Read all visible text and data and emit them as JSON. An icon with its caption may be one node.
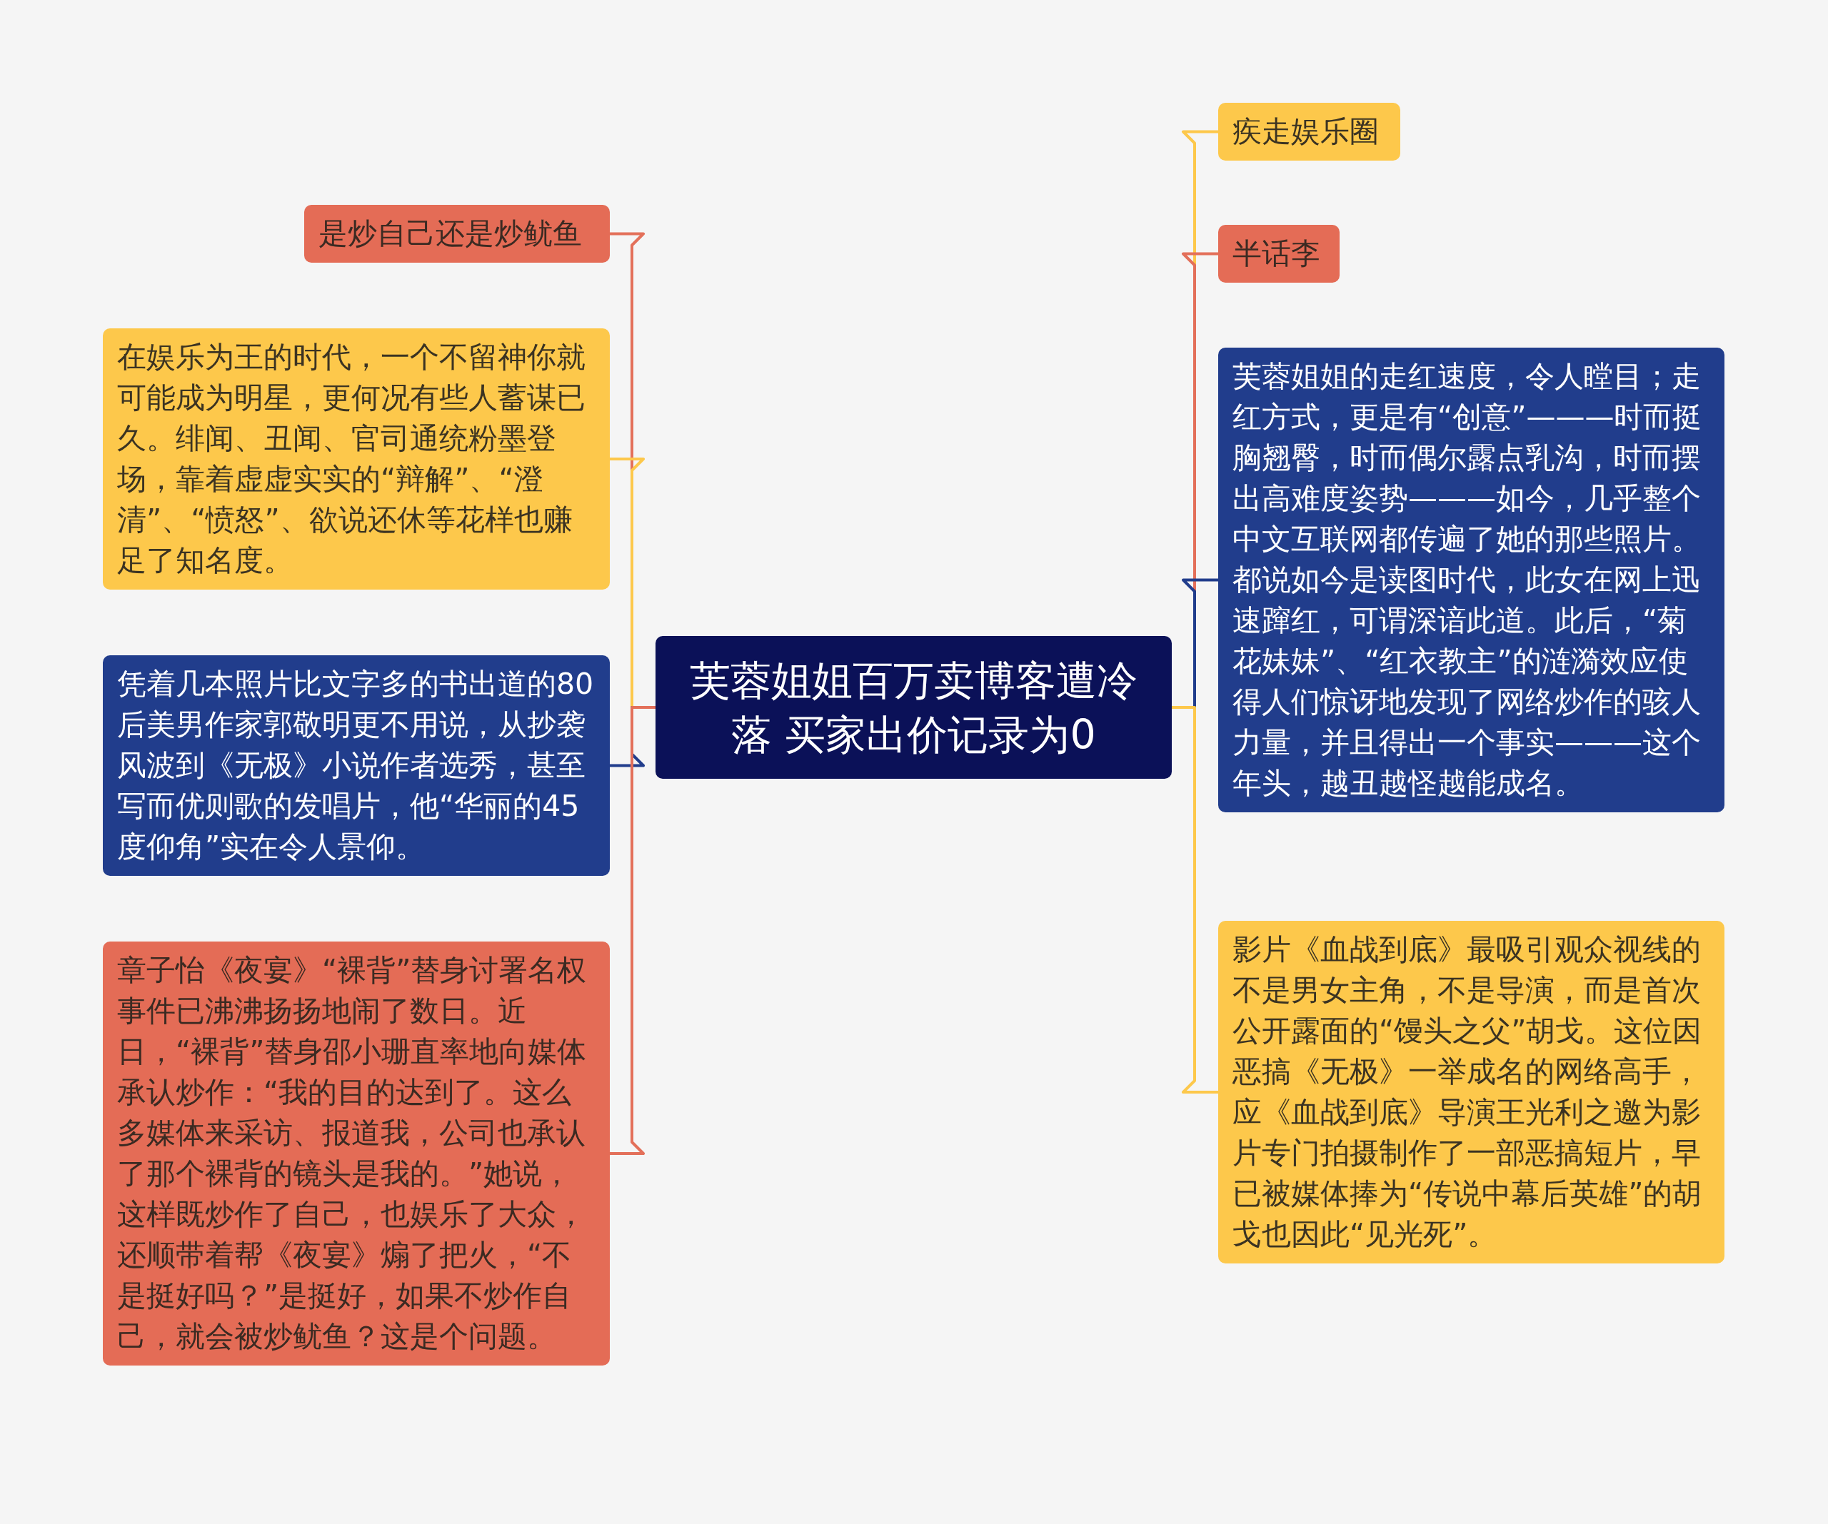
{
  "diagram": {
    "nodes": [
      {
        "text": [
          "芙蓉姐姐百万卖博客遭冷落 买家出价记录为0"
        ]
      },
      {
        "text": [
          "是炒自己还是炒鱿鱼"
        ]
      },
      {
        "text": [
          "在娱乐为王的时代，一个不留神你就可能成为明星，更何况有些人蓄谋已久。绯闻、丑闻、官司通统粉墨登场，靠着虚虚实实的“辩解”、“澄清”、“愤怒”、欲说还休等花样也赚足了知名度。"
        ]
      },
      {
        "text": [
          "凭着几本照片比文字多的书出道的80后美男作家郭敬明更不用说，从抄袭风波到《无极》小说作者选秀，甚至写而优则歌的发唱片，他“华丽的45度仰角”实在令人景仰。"
        ]
      },
      {
        "text": [
          "章子怡《夜宴》“裸背”替身讨署名权事件已沸沸扬扬地闹了数日。近日，“裸背”替身邵小珊直率地向媒体承认炒作：“我的目的达到了。这么多媒体来采访、报道我，公司也承认了那个裸背的镜头是我的。”她说，这样既炒作了自己，也娱乐了大众，还顺带着帮《夜宴》煽了把火，“不是挺好吗？”是挺好，如果不炒作自己，就会被炒鱿鱼？这是个问题。"
        ]
      },
      {
        "text": [
          "疾走娱乐圈"
        ]
      },
      {
        "text": [
          "半话李"
        ]
      },
      {
        "text": [
          "芙蓉姐姐的走红速度，令人瞠目；走红方式，更是有“创意”———时而挺胸翘臀，时而偶尔露点乳沟，时而摆出高难度姿势———如今，几乎整个中文互联网都传遍了她的那些照片。都说如今是读图时代，此女在网上迅速蹿红，可谓深谙此道。此后，“菊花妹妹”、“红衣教主”的涟漪效应使得人们惊讶地发现了网络炒作的骇人力量，并且得出一个事实———这个年头，越丑越怪越能成名。"
        ]
      },
      {
        "text": [
          "影片《血战到底》最吸引观众视线的不是男女主角，不是导演，而是首次公开露面的“馒头之父”胡戈。这位因恶搞《无极》一举成名的网络高手，应《血战到底》导演王光利之邀为影片专门拍摄制作了一部恶搞短片，早已被媒体捧为“传说中幕后英雄”的胡戈也因此“见光死”。"
        ]
      }
    ],
    "edges": [
      {
        "from": 0,
        "to": 1,
        "arrow": "none",
        "color": "#e3705a"
      },
      {
        "from": 0,
        "to": 2,
        "arrow": "none"
      },
      {
        "from": 0,
        "to": 3,
        "arrow": "none",
        "color": "#213d8c"
      },
      {
        "from": 0,
        "to": 4,
        "arrow": "none",
        "color": "#e3705a"
      },
      {
        "from": 0,
        "to": 5,
        "arrow": "none"
      },
      {
        "from": 0,
        "to": 6,
        "arrow": "none",
        "color": "#e3705a"
      },
      {
        "from": 0,
        "to": 7,
        "arrow": "none",
        "color": "#213d8c"
      },
      {
        "from": 0,
        "to": 8,
        "arrow": "none"
      }
    ]
  }
}
